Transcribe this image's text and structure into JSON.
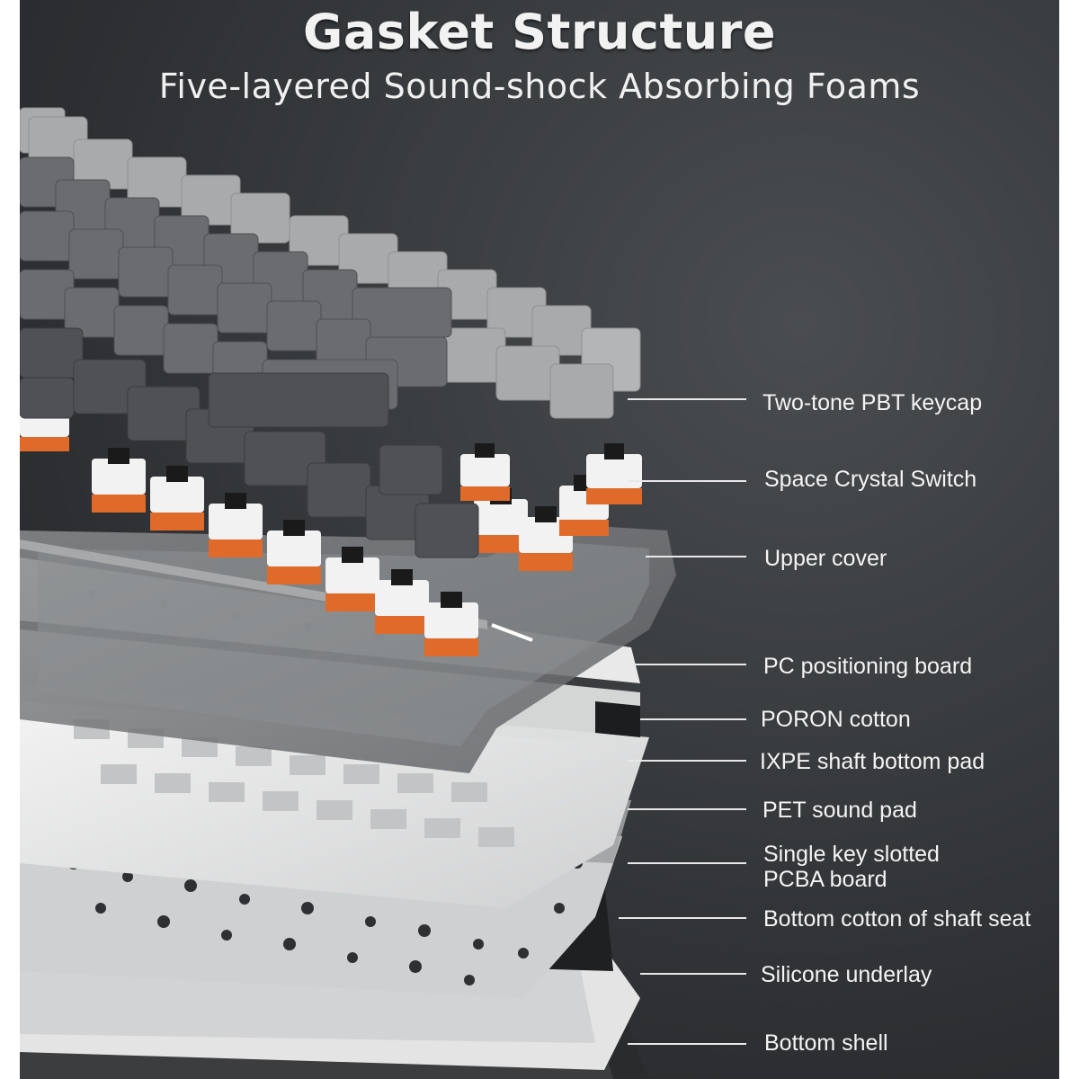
{
  "header": {
    "title": "Gasket Structure",
    "subtitle": "Five-layered Sound-shock Absorbing Foams"
  },
  "layers": [
    {
      "label": "Two-tone PBT keycap"
    },
    {
      "label": "Space Crystal Switch"
    },
    {
      "label": "Upper cover"
    },
    {
      "label": "PC positioning board"
    },
    {
      "label": "PORON cotton"
    },
    {
      "label": "IXPE shaft bottom pad"
    },
    {
      "label": "PET sound pad"
    },
    {
      "label": "Single key slotted"
    },
    {
      "label": "PCBA board"
    },
    {
      "label": "Bottom cotton of shaft seat"
    },
    {
      "label": "Silicone underlay"
    },
    {
      "label": "Bottom shell"
    }
  ],
  "colors": {
    "background": "#333538",
    "keycap_light": "#a9aaab",
    "keycap_dark": "#5e6063",
    "switch_orange": "#e06a2a",
    "switch_white": "#f2f2f2",
    "text": "#f4f4f4"
  }
}
